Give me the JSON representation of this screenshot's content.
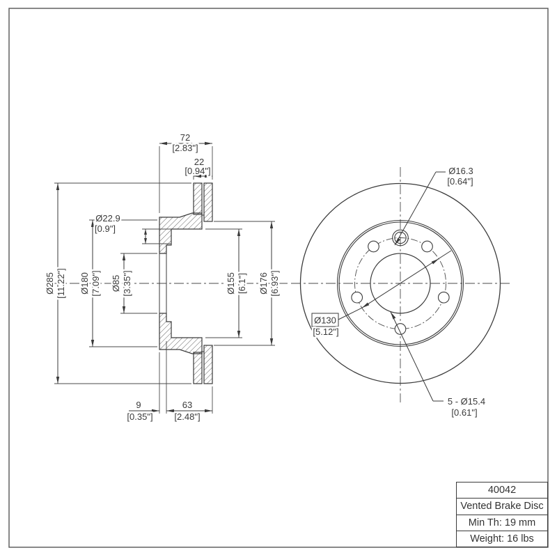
{
  "title_block": {
    "rows": [
      "40042",
      "Vented Brake Disc",
      "Min Th: 19 mm",
      "Weight: 16 lbs"
    ]
  },
  "section_view": {
    "dims": {
      "d285": {
        "mm": "Ø285",
        "in": "[11.22\"]"
      },
      "d180": {
        "mm": "Ø180",
        "in": "[7.09\"]"
      },
      "d85": {
        "mm": "Ø85",
        "in": "[3.35\"]"
      },
      "d229": {
        "mm": "Ø22.9",
        "in": "[0.9\"]"
      },
      "d155": {
        "mm": "Ø155",
        "in": "[6.1\"]"
      },
      "d176": {
        "mm": "Ø176",
        "in": "[6.93\"]"
      },
      "w72": {
        "mm": "72",
        "in": "[2.83\"]"
      },
      "w22": {
        "mm": "22",
        "in": "[0.94\"]"
      },
      "w9": {
        "mm": "9",
        "in": "[0.35\"]"
      },
      "w63": {
        "mm": "63",
        "in": "[2.48\"]"
      }
    }
  },
  "front_view": {
    "annotations": {
      "pilot": {
        "mm": "Ø16.3",
        "in": "[0.64\"]"
      },
      "bolt_circle": {
        "mm": "Ø130",
        "in": "[5.12\"]"
      },
      "lug_holes": {
        "mm": "5 - Ø15.4",
        "in": "[0.61\"]"
      }
    }
  }
}
